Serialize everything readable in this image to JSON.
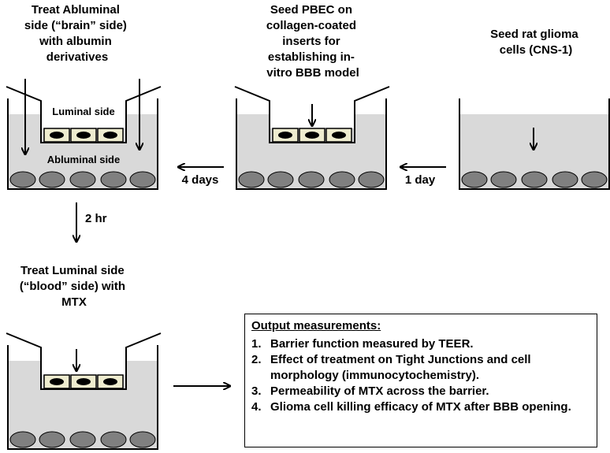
{
  "steps": {
    "treat_abluminal": [
      "Treat Abluminal",
      "side (“brain” side)",
      "with albumin",
      "derivatives"
    ],
    "seed_pbec": [
      "Seed PBEC on",
      "collagen-coated",
      "inserts for",
      "establishing in-",
      "vitro BBB model"
    ],
    "seed_glioma": [
      "Seed rat glioma",
      "cells (CNS-1)"
    ],
    "treat_luminal": [
      "Treat Luminal side",
      "(“blood” side) with",
      "MTX"
    ]
  },
  "well_labels": {
    "luminal": "Luminal side",
    "abluminal": "Abluminal side"
  },
  "arrows": {
    "four_days": "4 days",
    "one_day": "1 day",
    "two_hr": "2 hr"
  },
  "output": {
    "title": "Output measurements:",
    "items": [
      {
        "num": "1.",
        "text": "Barrier function measured by TEER."
      },
      {
        "num": "2.",
        "text": "Effect of treatment on Tight Junctions and cell morphology (immunocytochemistry)."
      },
      {
        "num": "3.",
        "text": "Permeability of MTX across the barrier."
      },
      {
        "num": "4.",
        "text": "Glioma cell killing efficacy of MTX after BBB opening."
      }
    ]
  },
  "colors": {
    "medium": "#d9d9d9",
    "cell_fill": "#808080",
    "endothelial_fill": "#eeeccf",
    "outline": "#000000"
  }
}
